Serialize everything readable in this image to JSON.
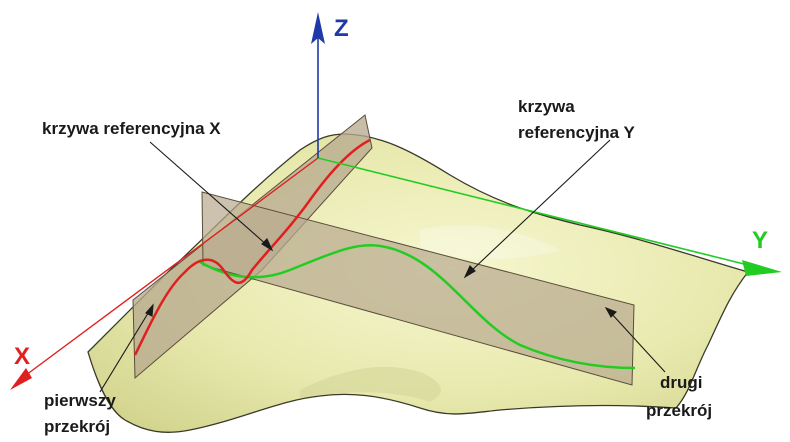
{
  "axes": {
    "x": {
      "label": "X",
      "color": "#e02020"
    },
    "y": {
      "label": "Y",
      "color": "#22cc22"
    },
    "z": {
      "label": "Z",
      "color": "#1f3aa8"
    }
  },
  "annotations": {
    "ref_curve_x": "krzywa referencyjna X",
    "ref_curve_y_line1": "krzywa",
    "ref_curve_y_line2": "referencyjna Y",
    "first_section_line1": "pierwszy",
    "first_section_line2": "przekrój",
    "second_section_line1": "drugi",
    "second_section_line2": "przekrój"
  },
  "colors": {
    "surface": "#ecedb4",
    "surface_edge": "#3a3a2a",
    "plane": "#b9aa90",
    "curve_x": "#e02020",
    "curve_y": "#22cc22"
  }
}
